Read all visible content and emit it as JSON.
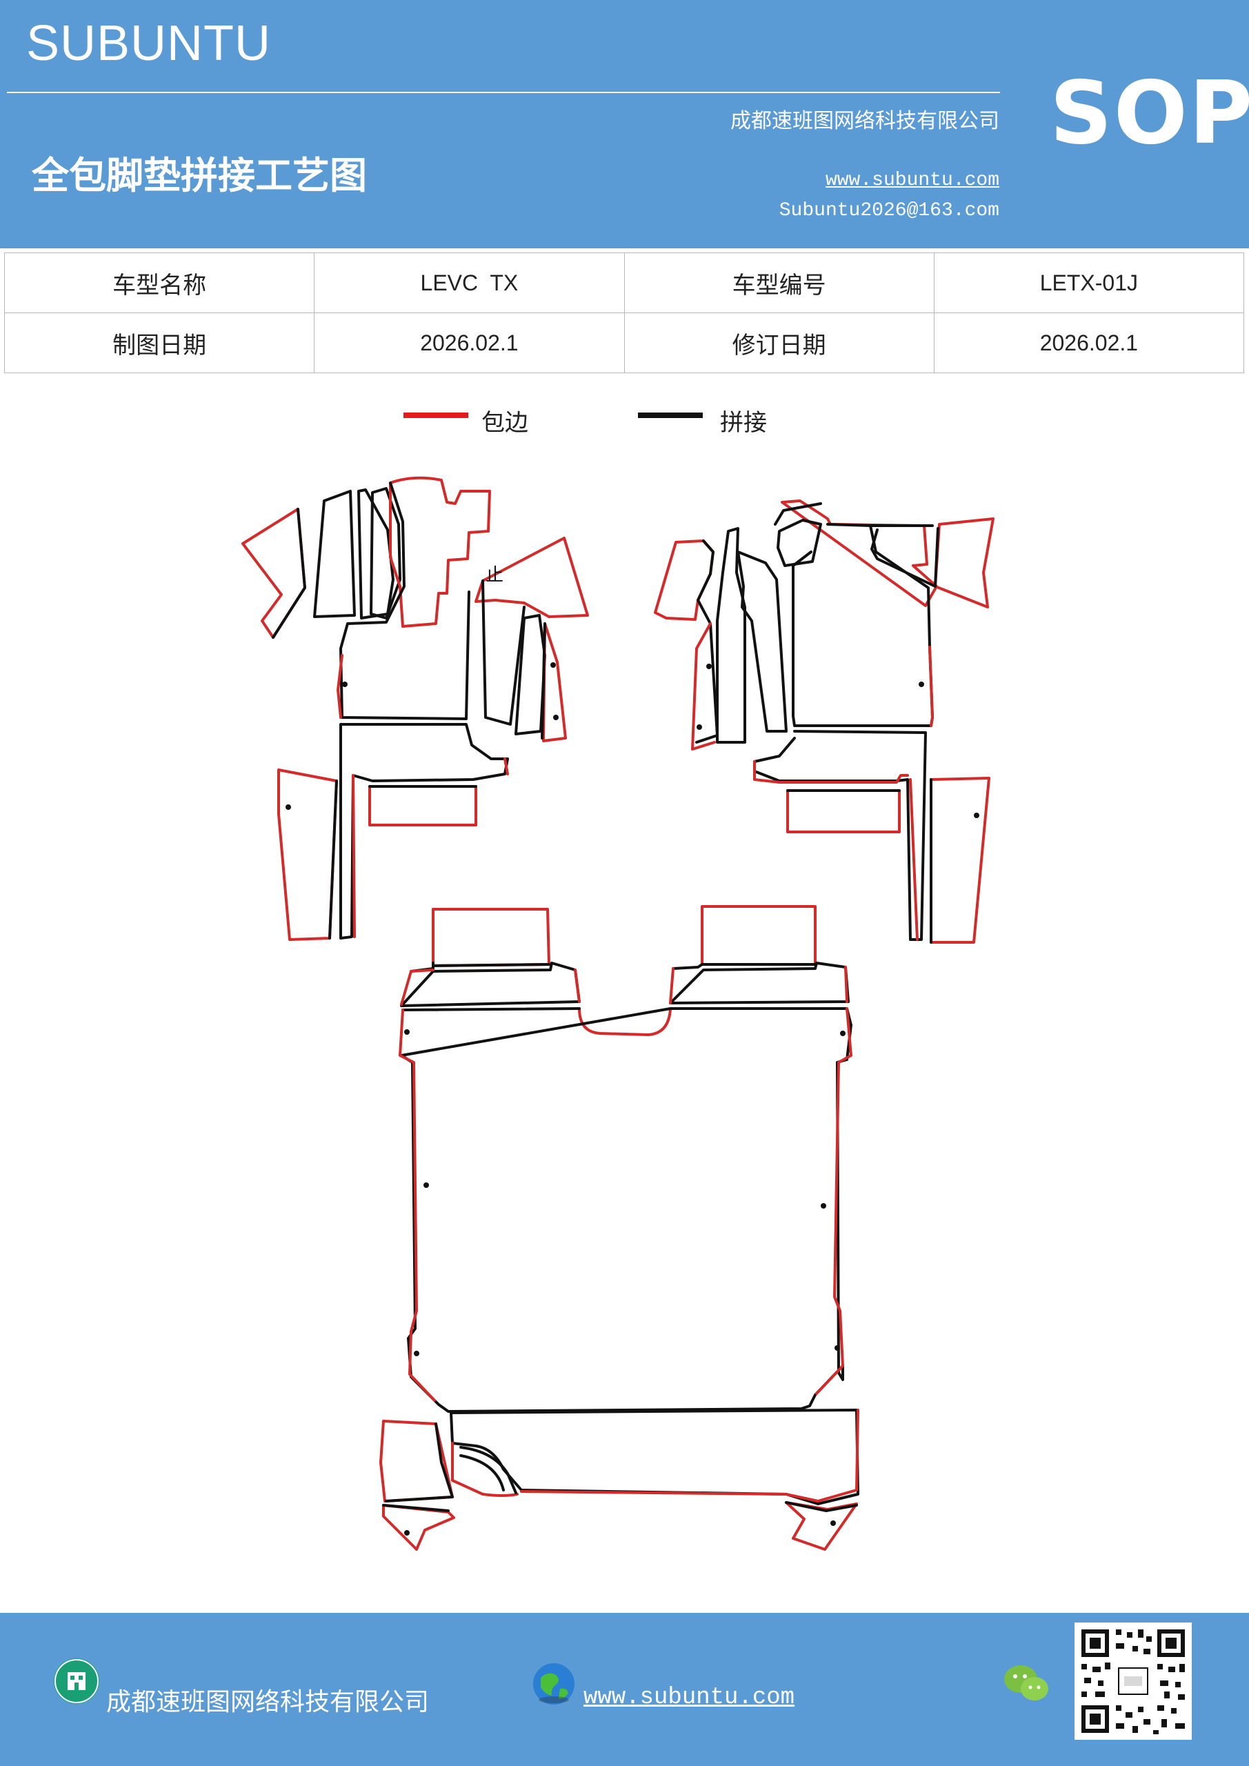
{
  "header": {
    "brand": "SUBUNTU",
    "company": "成都速班图网络科技有限公司",
    "title": "全包脚垫拼接工艺图",
    "website": "www.subuntu.com",
    "email": "Subuntu2026@163.com",
    "badge": "SOP"
  },
  "info_table": {
    "rows": [
      [
        "车型名称",
        "LEVC  TX",
        "车型编号",
        "LETX-01J"
      ],
      [
        "制图日期",
        "2026.02.1",
        "修订日期",
        "2026.02.1"
      ]
    ]
  },
  "legend": {
    "items": [
      {
        "label": "包边",
        "color": "#e31b1b"
      },
      {
        "label": "拼接",
        "color": "#111111"
      }
    ]
  },
  "drawing": {
    "edge_color": "#d42a2a",
    "seam_color": "#111111",
    "mark": "止"
  },
  "footer": {
    "company": "成都速班图网络科技有限公司",
    "website": "www.subuntu.com",
    "icons": [
      "building-icon",
      "globe-icon",
      "wechat-icon",
      "qr-code"
    ]
  }
}
